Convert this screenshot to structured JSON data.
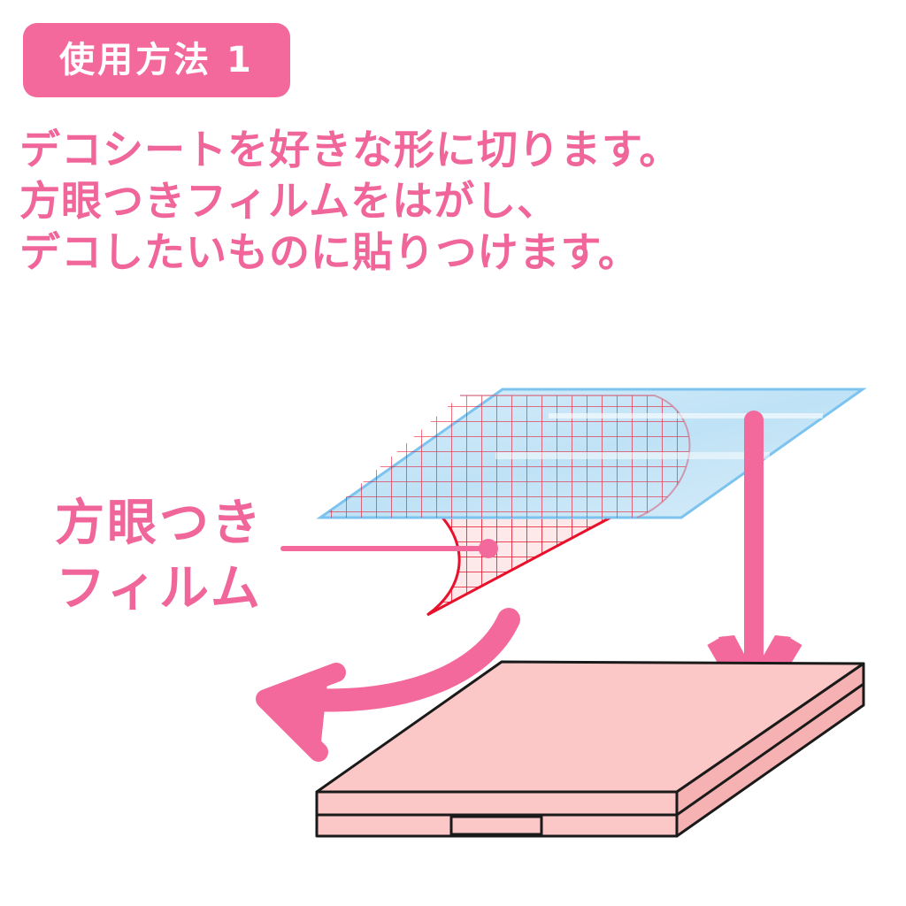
{
  "header": {
    "step_label": "使用方法 1"
  },
  "instructions": {
    "lines": [
      "デコシートを好きな形に切ります。",
      "方眼つきフィルムをはがし、",
      "デコしたいものに貼りつけます。"
    ]
  },
  "callout": {
    "label_line1": "方眼つき",
    "label_line2": "フィルム"
  },
  "colors": {
    "accent_pink": "#f4699b",
    "text_pink": "#f0659a",
    "film_blue": "#cfe8f7",
    "film_edge": "#7cc4ef",
    "grid_red": "#e8102a",
    "case_pink": "#fbc7c7",
    "outline": "#1a1a1a"
  },
  "icons": {
    "down_arrow": "down-arrow-icon",
    "curved_arrow": "curved-left-arrow-icon"
  }
}
